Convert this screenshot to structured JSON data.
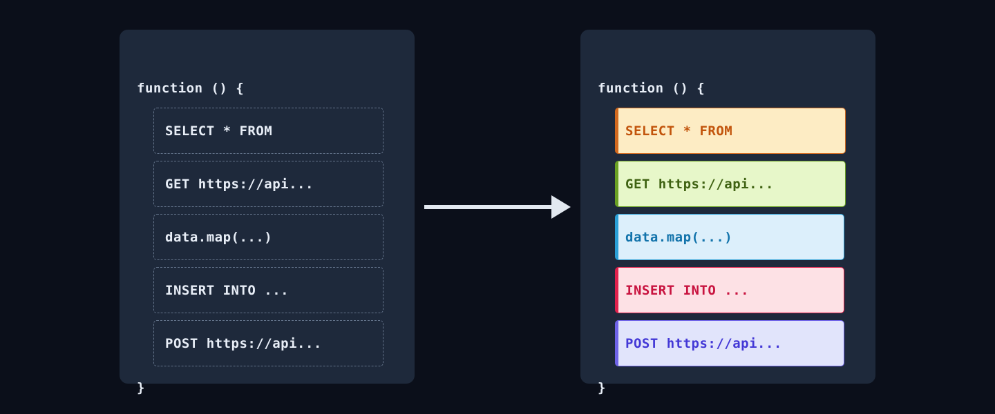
{
  "canvas": {
    "background": "#0b0f1a",
    "panel_background": "#1e293b"
  },
  "before_panel": {
    "name": "plain-code-panel",
    "open_line": "function () {",
    "close_line": "}",
    "text_color": "#e8eef7",
    "border_color": "#64748b",
    "statements": [
      {
        "text": "SELECT * FROM"
      },
      {
        "text": "GET https://api..."
      },
      {
        "text": "data.map(...)"
      },
      {
        "text": "INSERT INTO ..."
      },
      {
        "text": "POST https://api..."
      }
    ]
  },
  "after_panel": {
    "name": "highlighted-code-panel",
    "open_line": "function () {",
    "close_line": "}",
    "text_color": "#e8eef7",
    "statements": [
      {
        "text": "SELECT * FROM",
        "kind": "sql-select",
        "bg": "#fdecc4",
        "fg": "#c2540c",
        "accent": "#d2691e"
      },
      {
        "text": "GET https://api...",
        "kind": "http-get",
        "bg": "#e7f7c9",
        "fg": "#3f6212",
        "accent": "#6aa023"
      },
      {
        "text": "data.map(...)",
        "kind": "js-map",
        "bg": "#dceffb",
        "fg": "#1273ab",
        "accent": "#2a9fd6"
      },
      {
        "text": "INSERT INTO ...",
        "kind": "sql-insert",
        "bg": "#fde1e5",
        "fg": "#c8133f",
        "accent": "#e0214c"
      },
      {
        "text": "POST https://api...",
        "kind": "http-post",
        "bg": "#e1e4fb",
        "fg": "#4338d6",
        "accent": "#6f63e8"
      }
    ]
  },
  "arrow": {
    "name": "transform-arrow",
    "color": "#e2e8f0",
    "direction": "right"
  }
}
